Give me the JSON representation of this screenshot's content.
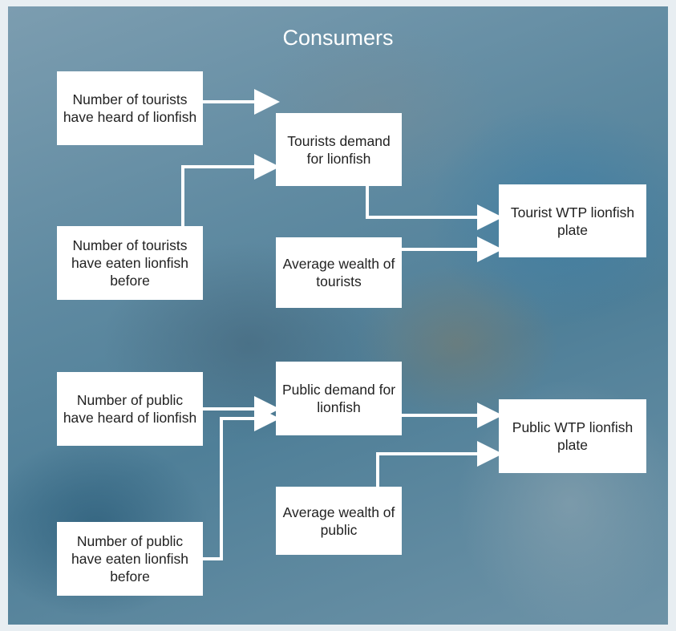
{
  "title": "Consumers",
  "colors": {
    "arrow": "#ffffff",
    "box": "#ffffff",
    "background": "#5f8aa1"
  },
  "nodes": {
    "tourists_heard": "Number of tourists have heard of lionfish",
    "tourists_eaten": "Number of tourists have eaten lionfish before",
    "public_heard": "Number of public have heard of lionfish",
    "public_eaten": "Number of public have eaten lionfish before",
    "tourists_demand": "Tourists demand for lionfish",
    "avg_wealth_tourists": "Average wealth of tourists",
    "public_demand": "Public demand for lionfish",
    "avg_wealth_public": "Average wealth of public",
    "tourist_wtp": "Tourist WTP lionfish plate",
    "public_wtp": "Public WTP lionfish plate"
  }
}
